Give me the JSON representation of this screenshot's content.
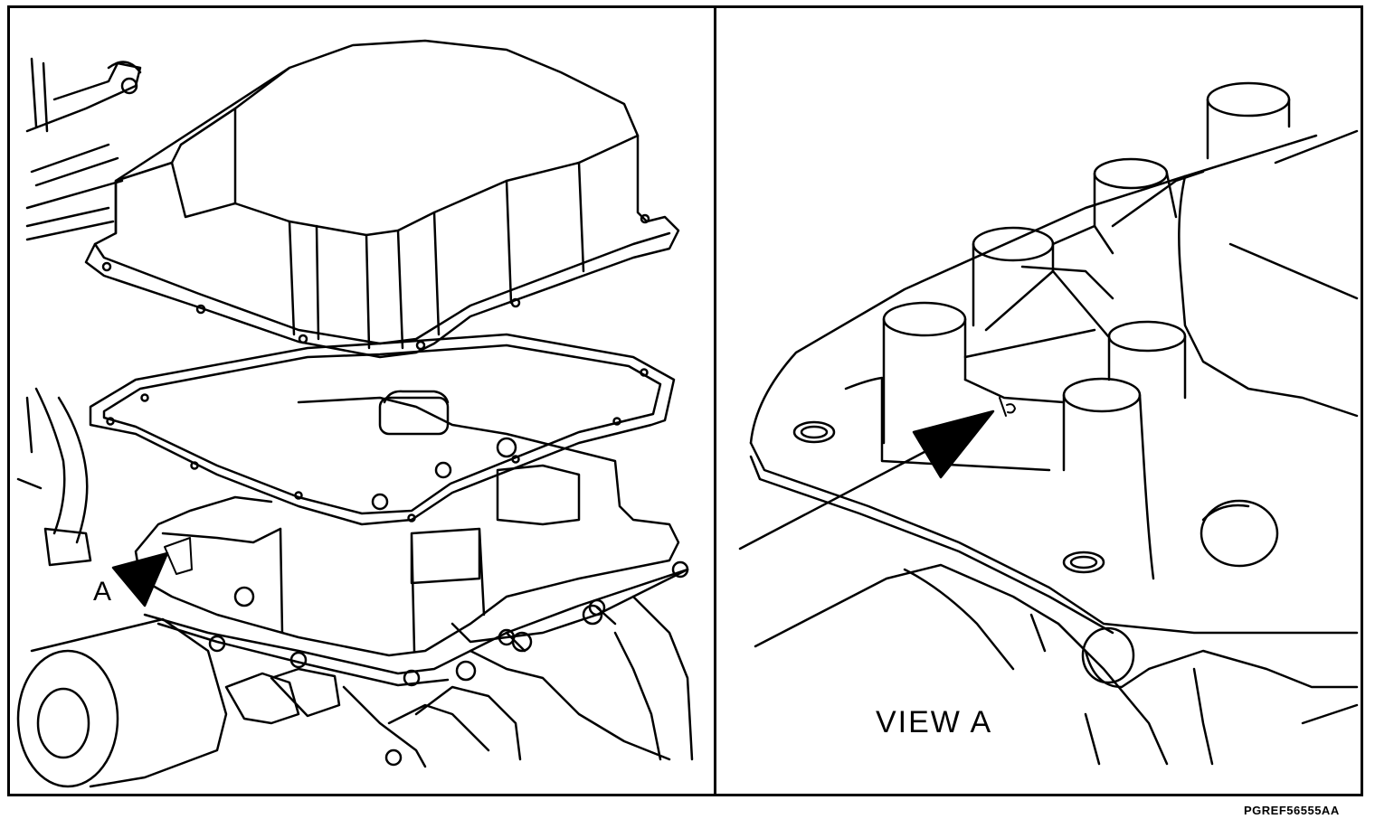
{
  "labels": {
    "view_marker": "A",
    "view_title": "VIEW  A",
    "figure_id": "PGREF56555AA"
  },
  "icons": {
    "left_arrow": "pointer-arrow-icon",
    "right_arrow": "pointer-arrow-icon"
  }
}
